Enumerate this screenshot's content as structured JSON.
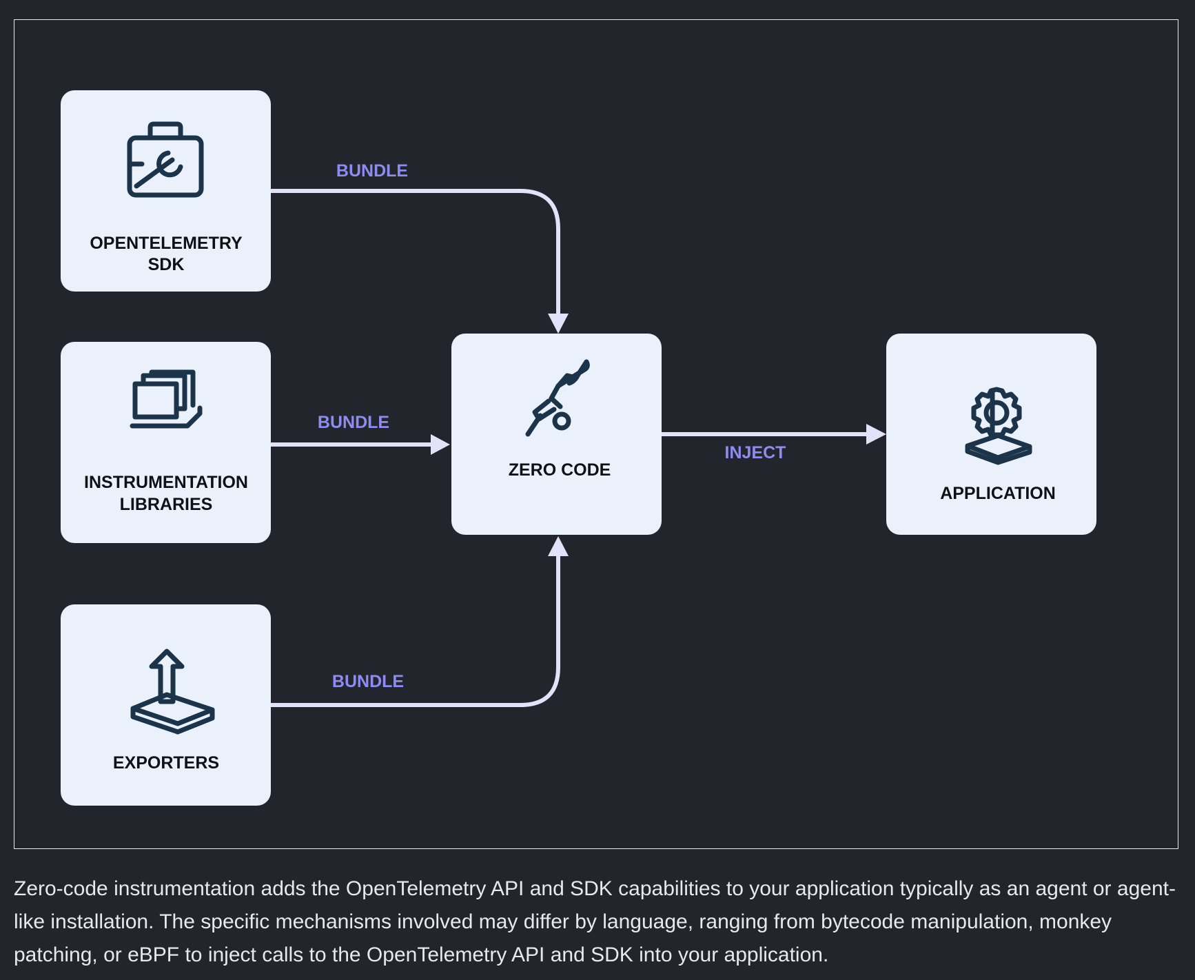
{
  "diagram": {
    "nodes": {
      "sdk": {
        "label_line1": "OPENTELEMETRY",
        "label_line2": "SDK",
        "icon": "toolbox-wrench-icon"
      },
      "libraries": {
        "label_line1": "INSTRUMENTATION",
        "label_line2": "LIBRARIES",
        "icon": "stacked-layers-icon"
      },
      "exporters": {
        "label": "EXPORTERS",
        "icon": "export-up-arrow-icon"
      },
      "zero_code": {
        "label": "ZERO CODE",
        "icon": "telescope-icon"
      },
      "application": {
        "label": "APPLICATION",
        "icon": "gear-platform-icon"
      }
    },
    "edges": {
      "sdk_to_zero": "BUNDLE",
      "libraries_to_zero": "BUNDLE",
      "exporters_to_zero": "BUNDLE",
      "zero_to_app": "INJECT"
    },
    "colors": {
      "background": "#22262c",
      "node_fill": "#eaf1fa",
      "edge_stroke": "#e4e1fb",
      "edge_label": "#8f8cf1",
      "icon": "#1b3449"
    }
  },
  "caption": "Zero-code instrumentation adds the OpenTelemetry API and SDK capabilities to your application typically as an agent or agent-like installation. The specific mechanisms involved may differ by language, ranging from bytecode manipulation, monkey patching, or eBPF to inject calls to the OpenTelemetry API and SDK into your application."
}
